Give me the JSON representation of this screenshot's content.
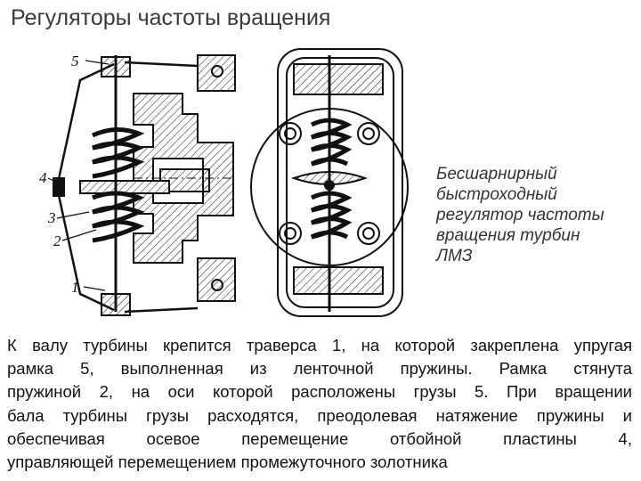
{
  "title": "Регуляторы частоты вращения",
  "caption": "Бесшарнирный\nбыстроходный\nрегулятор частоты\nвращения турбин\nЛМЗ",
  "callouts": [
    "5",
    "4",
    "3",
    "2",
    "1"
  ],
  "description_lines": [
    "К валу турбины крепится траверса 1, на которой закреплена упругая",
    "рамка 5, выполненная из ленточной пружины. Рамка стянута",
    "пружиной 2, на оси которой расположены грузы 5. При вращении",
    "бала турбины грузы расходятся, преодолевая натяжение пружины и",
    "обеспечивая осевое перемещение отбойной пластины 4,",
    "управляющей перемещением промежуточного золотника"
  ]
}
